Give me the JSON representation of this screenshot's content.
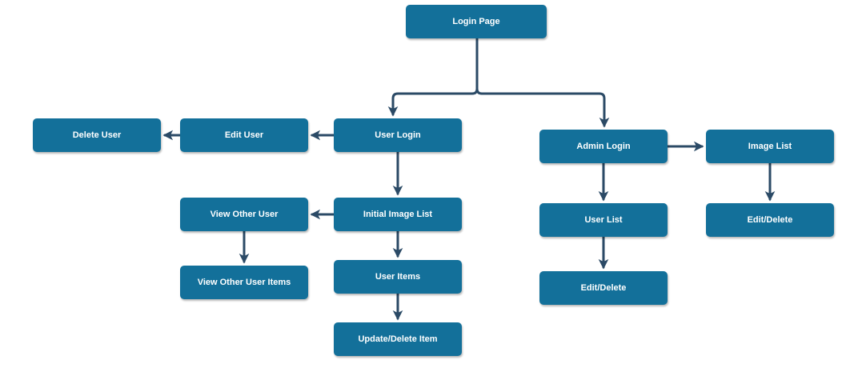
{
  "diagram": {
    "nodes": {
      "login_page": "Login Page",
      "user_login": "User Login",
      "edit_user": "Edit User",
      "delete_user": "Delete User",
      "initial_image_list": "Initial Image List",
      "view_other_user": "View Other User",
      "view_other_user_items": "View Other User Items",
      "user_items": "User Items",
      "update_delete_item": "Update/Delete Item",
      "admin_login": "Admin Login",
      "image_list": "Image List",
      "user_list": "User List",
      "edit_delete_admin_users": "Edit/Delete",
      "edit_delete_admin_images": "Edit/Delete"
    },
    "edges": [
      {
        "from": "login_page",
        "to": "user_login"
      },
      {
        "from": "login_page",
        "to": "admin_login"
      },
      {
        "from": "user_login",
        "to": "edit_user"
      },
      {
        "from": "edit_user",
        "to": "delete_user"
      },
      {
        "from": "user_login",
        "to": "initial_image_list"
      },
      {
        "from": "initial_image_list",
        "to": "view_other_user"
      },
      {
        "from": "view_other_user",
        "to": "view_other_user_items"
      },
      {
        "from": "initial_image_list",
        "to": "user_items"
      },
      {
        "from": "user_items",
        "to": "update_delete_item"
      },
      {
        "from": "admin_login",
        "to": "image_list"
      },
      {
        "from": "admin_login",
        "to": "user_list"
      },
      {
        "from": "user_list",
        "to": "edit_delete_admin_users"
      },
      {
        "from": "image_list",
        "to": "edit_delete_admin_images"
      }
    ],
    "colors": {
      "node_fill": "#13709a",
      "node_text": "#ffffff",
      "edge": "#2b4a66"
    }
  }
}
